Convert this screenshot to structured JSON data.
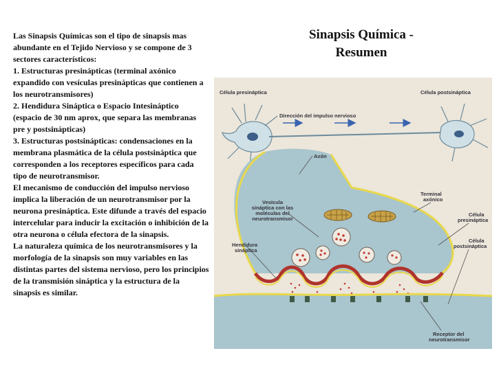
{
  "slide": {
    "title_line1": "Sinapsis Química -",
    "title_line2": "Resumen",
    "paragraphs": [
      "Las Sinapsis Químicas son el tipo de sinapsis mas abundante en el Tejido Nervioso y se compone de 3 sectores característicos:",
      "1. Estructuras presinápticas (terminal axónico expandido con vesículas presinápticas que contienen a los neurotransmisores)",
      "2. Hendidura Sináptica o Espacio Intesináptico (espacio de 30 nm aprox, que separa las membranas pre y postsinápticas)",
      "3. Estructuras postsinápticas: condensaciones en la membrana plasmática de la célula postsináptica que corresponden a los receptores específicos para cada tipo de neurotransmisor.",
      "El mecanismo de conducción del impulso nervioso implica la liberación de un neurotransmisor por la neurona presináptica. Este difunde a través del espacio intercelular para inducir la excitación o inhibición de la otra neurona o célula efectora de la sinapsis.",
      "La naturaleza química de los neurotransmisores y la morfología de la sinapsis son muy variables en las distintas partes del sistema nervioso, pero los principios de la transmisión sináptica y la estructura de la sinapsis es similar."
    ]
  },
  "figure": {
    "labels": {
      "presynaptic_cell": "Célula presináptica",
      "postsynaptic_cell": "Célula postsináptica",
      "impulse_direction": "Dirección del impulso nervioso",
      "axon": "Axón",
      "vesicle_1": "Vesícula",
      "vesicle_2": "sináptica con las",
      "vesicle_3": "moléculas del",
      "vesicle_4": "neurotransmisor",
      "terminal_1": "Terminal",
      "terminal_2": "axónico",
      "cleft_1": "Hendidura",
      "cleft_2": "sináptica",
      "pre_cell_1": "Célula",
      "pre_cell_2": "presináptica",
      "post_cell_1": "Célula",
      "post_cell_2": "postsináptica",
      "receptor_1": "Receptor del",
      "receptor_2": "neurotransmisor"
    }
  }
}
